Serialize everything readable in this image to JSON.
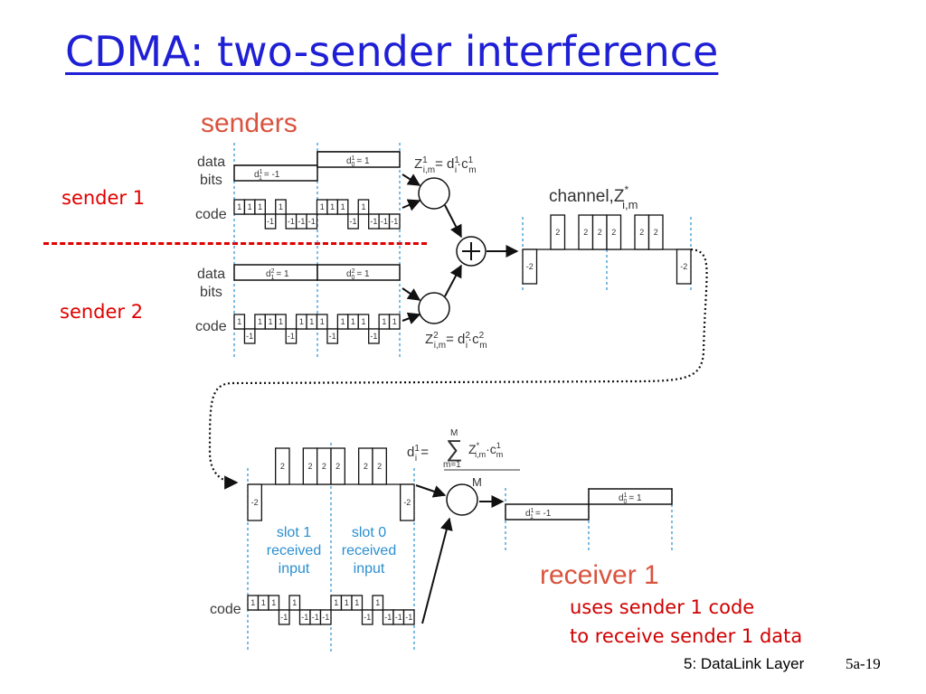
{
  "slide": {
    "title": "CDMA: two-sender interference",
    "footer_chapter": "5: DataLink Layer",
    "footer_page": "5a-19"
  },
  "labels": {
    "senders": "senders",
    "sender1": "sender 1",
    "sender2": "sender 2",
    "data": "data",
    "bits": "bits",
    "code": "code",
    "channel": "channel,",
    "slot1": [
      "slot 1",
      "received",
      "input"
    ],
    "slot0": [
      "slot 0",
      "received",
      "input"
    ],
    "receiver": "receiver 1",
    "note_line1": "uses sender 1 code",
    "note_line2": "to receive sender 1 data",
    "M": "M",
    "m_eq_1": "m=1"
  },
  "sender1": {
    "d1": "= -1",
    "d0": "= 1",
    "code": [
      1,
      1,
      1,
      -1,
      1,
      -1,
      -1,
      -1
    ]
  },
  "sender2": {
    "d1": "= 1",
    "d0": "= 1",
    "code": [
      1,
      -1,
      1,
      1,
      1,
      -1,
      1,
      1
    ]
  },
  "channel": {
    "values": [
      -2,
      0,
      2,
      0,
      2,
      2,
      2,
      0,
      2,
      2,
      0,
      -2
    ],
    "labels": [
      "-2",
      "2",
      "2",
      "2",
      "2",
      "2",
      "2",
      "-2"
    ]
  },
  "receiver1": {
    "d1": "= -1",
    "d0": "= 1"
  },
  "colors": {
    "title": "#1f1fd6",
    "red": "#e00000",
    "orange": "#d9533e",
    "blue": "#2a8fd0"
  }
}
